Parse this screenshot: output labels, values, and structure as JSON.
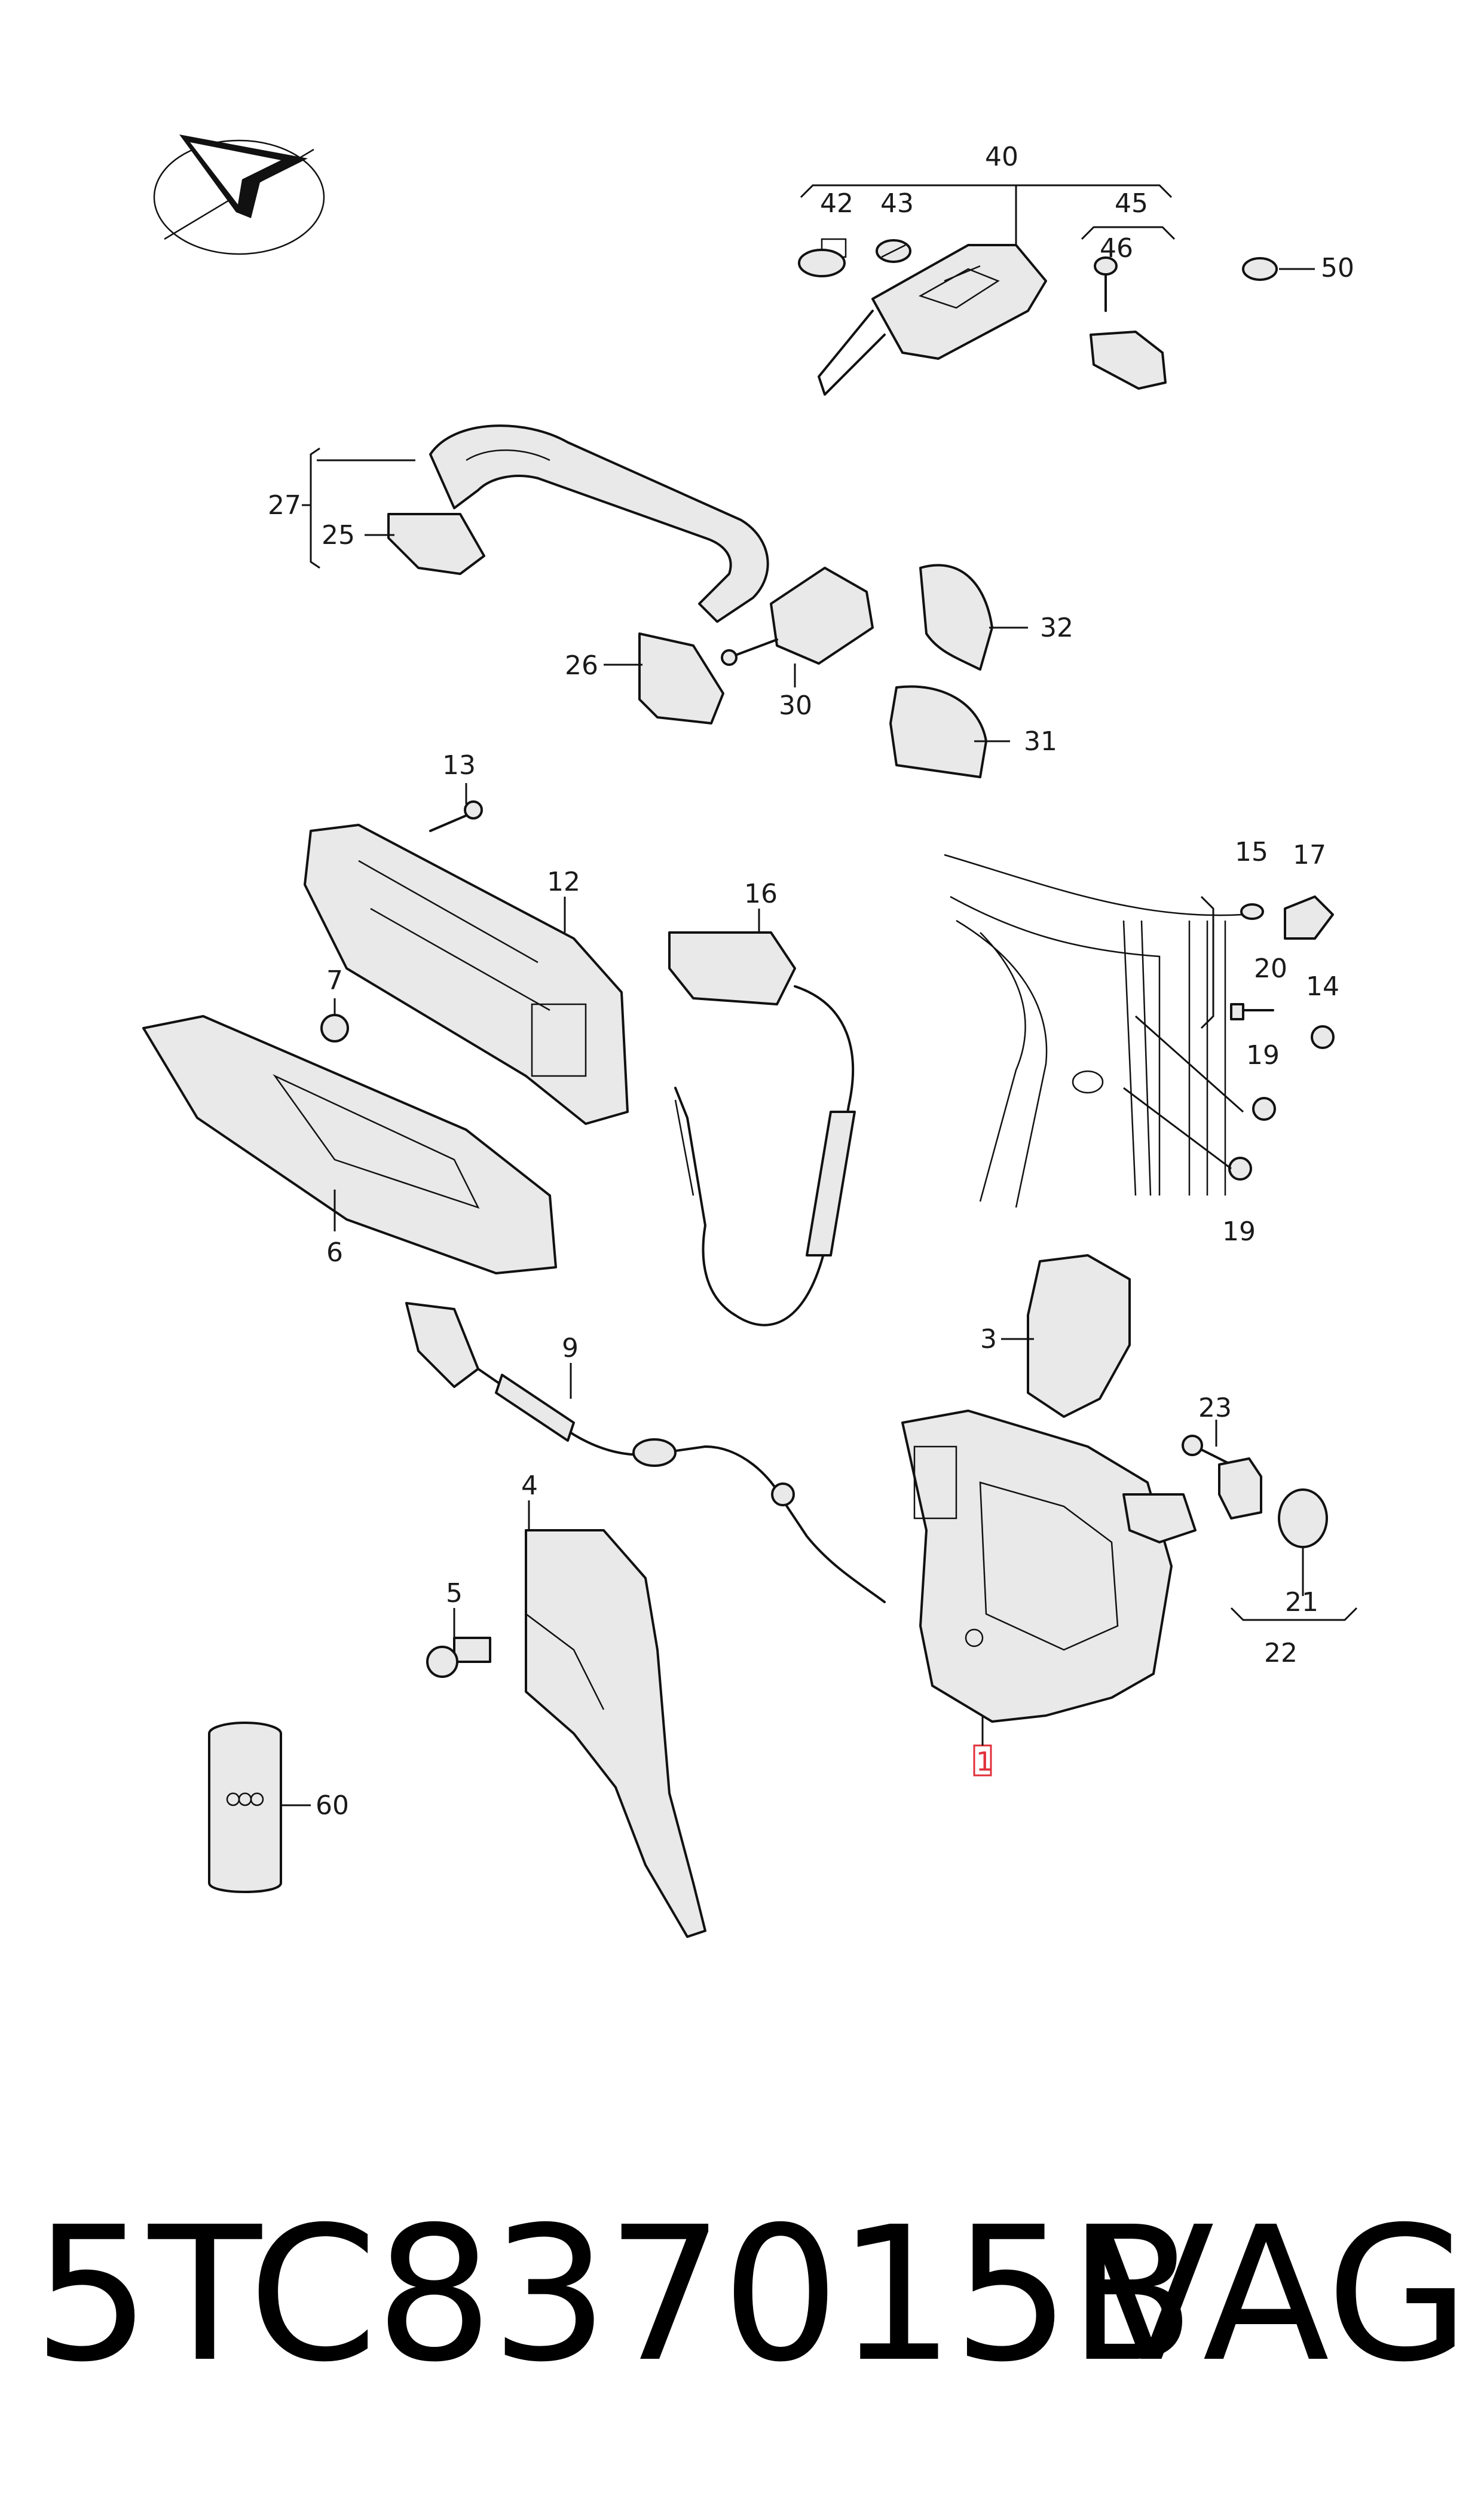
{
  "diagram": {
    "callouts": {
      "c40": "40",
      "c42": "42",
      "c43": "43",
      "c45": "45",
      "c46": "46",
      "c50": "50",
      "c27": "27",
      "c25": "25",
      "c26": "26",
      "c30": "30",
      "c32": "32",
      "c31": "31",
      "c13": "13",
      "c12": "12",
      "c16": "16",
      "c15": "15",
      "c17": "17",
      "c20": "20",
      "c14": "14",
      "c19a": "19",
      "c19b": "19",
      "c7": "7",
      "c6": "6",
      "c9": "9",
      "c3": "3",
      "c23": "23",
      "c4": "4",
      "c5": "5",
      "c21": "21",
      "c22": "22",
      "c1": "1",
      "c60": "60"
    },
    "highlight_color": "#e0303a"
  },
  "footer": {
    "part_number": "5TC837015B",
    "brand": "VAG"
  }
}
